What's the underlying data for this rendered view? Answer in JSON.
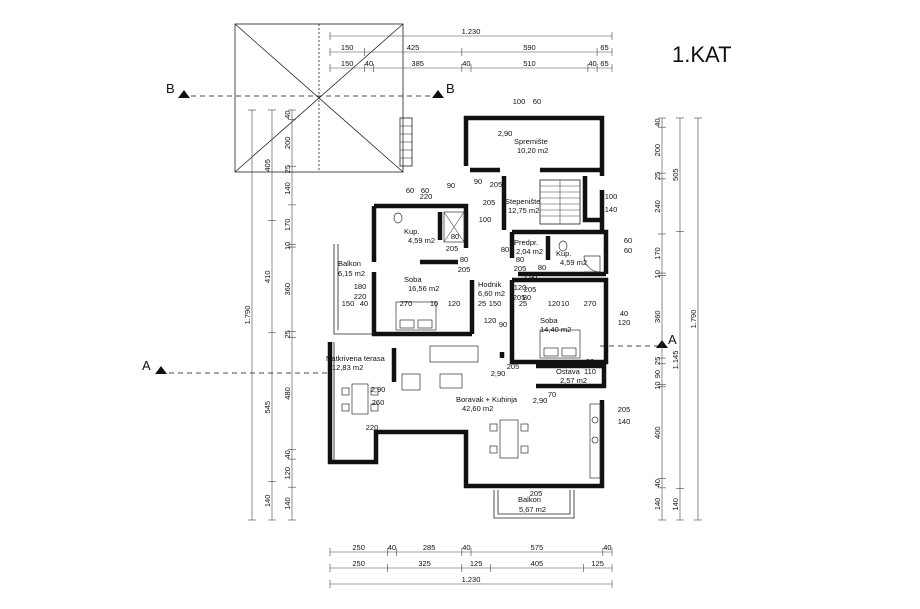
{
  "title": "1.KAT",
  "sections": {
    "b_left": "B",
    "b_right": "B",
    "a_left": "A",
    "a_right": "A"
  },
  "rooms": [
    {
      "name": "Spremište",
      "area": "10,20 m2"
    },
    {
      "name": "Stepenište",
      "area": "12,75 m2"
    },
    {
      "name": "Kup.",
      "area": "4,59 m2"
    },
    {
      "name": "Predpr.",
      "area": "2,04 m2"
    },
    {
      "name": "Kup.",
      "area": "4,59 m2"
    },
    {
      "name": "Balkon",
      "area": "6,15 m2"
    },
    {
      "name": "Soba",
      "area": "16,56 m2"
    },
    {
      "name": "Hodnik",
      "area": "6,60 m2"
    },
    {
      "name": "Soba",
      "area": "14,40 m2"
    },
    {
      "name": "Natkrivena terasa",
      "area": "12,83 m2"
    },
    {
      "name": "Ostava",
      "area": "2,57 m2"
    },
    {
      "name": "Boravak + Kuhinja",
      "area": "42,60 m2"
    },
    {
      "name": "Balkon",
      "area": "5,67 m2"
    }
  ],
  "dims_top": {
    "total": "1.230",
    "row1": [
      "150",
      "425",
      "590",
      "65"
    ],
    "row2": [
      "150",
      "40",
      "385",
      "40",
      "510",
      "40",
      "65"
    ]
  },
  "dims_bottom": {
    "total": "1.230",
    "row1": [
      "250",
      "40",
      "285",
      "40",
      "575",
      "40"
    ],
    "row2": [
      "250",
      "325",
      "125",
      "405",
      "125"
    ]
  },
  "dims_left": {
    "total": "1.790",
    "row1": [
      "405",
      "410",
      "545",
      "140"
    ],
    "row2": [
      "40",
      "200",
      "25",
      "140",
      "170",
      "10",
      "360",
      "25",
      "480",
      "40",
      "120",
      "140"
    ]
  },
  "dims_right": {
    "total": "1.790",
    "row1": [
      "505",
      "1.145",
      "140"
    ],
    "row2": [
      "40",
      "200",
      "25",
      "240",
      "170",
      "10",
      "360",
      "25",
      "90",
      "10",
      "400",
      "40",
      "140"
    ]
  },
  "inner_dims": [
    "100",
    "60",
    "2,90",
    "90",
    "220",
    "90",
    "205",
    "60",
    "60",
    "205",
    "100",
    "80",
    "205",
    "80",
    "100",
    "140",
    "60",
    "60",
    "80",
    "205",
    "80",
    "205",
    "80",
    "205",
    "180",
    "220",
    "150",
    "40",
    "270",
    "10",
    "120",
    "25",
    "150",
    "25",
    "120",
    "10",
    "270",
    "40",
    "120",
    "120",
    "90",
    "205",
    "2,90",
    "260",
    "220",
    "2,90",
    "70",
    "205",
    "140",
    "110",
    "2,90",
    "205",
    "120",
    "80",
    "2,90",
    "80",
    "205"
  ]
}
